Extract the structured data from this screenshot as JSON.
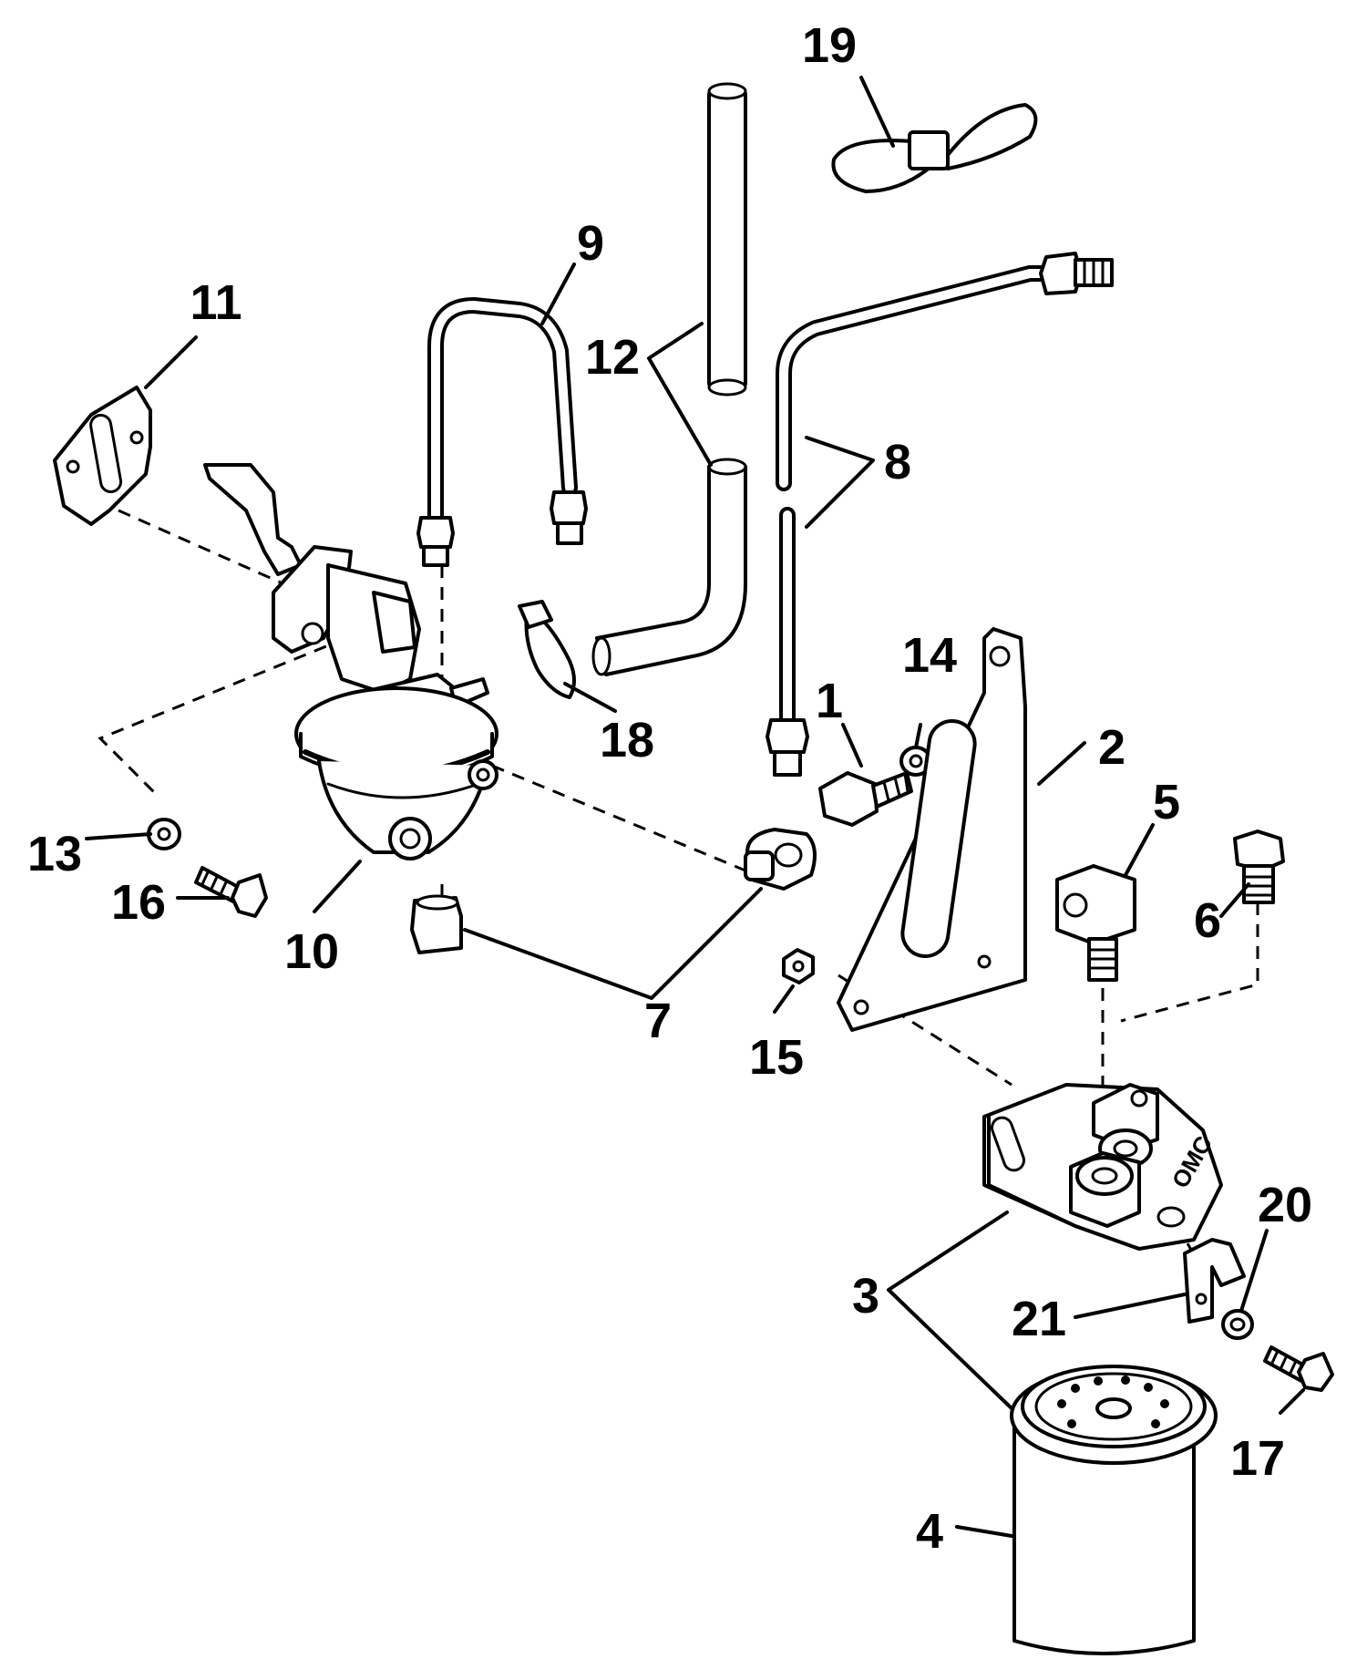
{
  "callouts": {
    "c1": "1",
    "c2": "2",
    "c3": "3",
    "c4": "4",
    "c5": "5",
    "c6": "6",
    "c7": "7",
    "c8": "8",
    "c9": "9",
    "c10": "10",
    "c11": "11",
    "c12": "12",
    "c13": "13",
    "c14": "14",
    "c15": "15",
    "c16": "16",
    "c17": "17",
    "c18": "18",
    "c19": "19",
    "c20": "20",
    "c21": "21"
  },
  "filter_head_stamp": "OMC",
  "colors": {
    "ink": "#000000",
    "paper": "#ffffff"
  }
}
